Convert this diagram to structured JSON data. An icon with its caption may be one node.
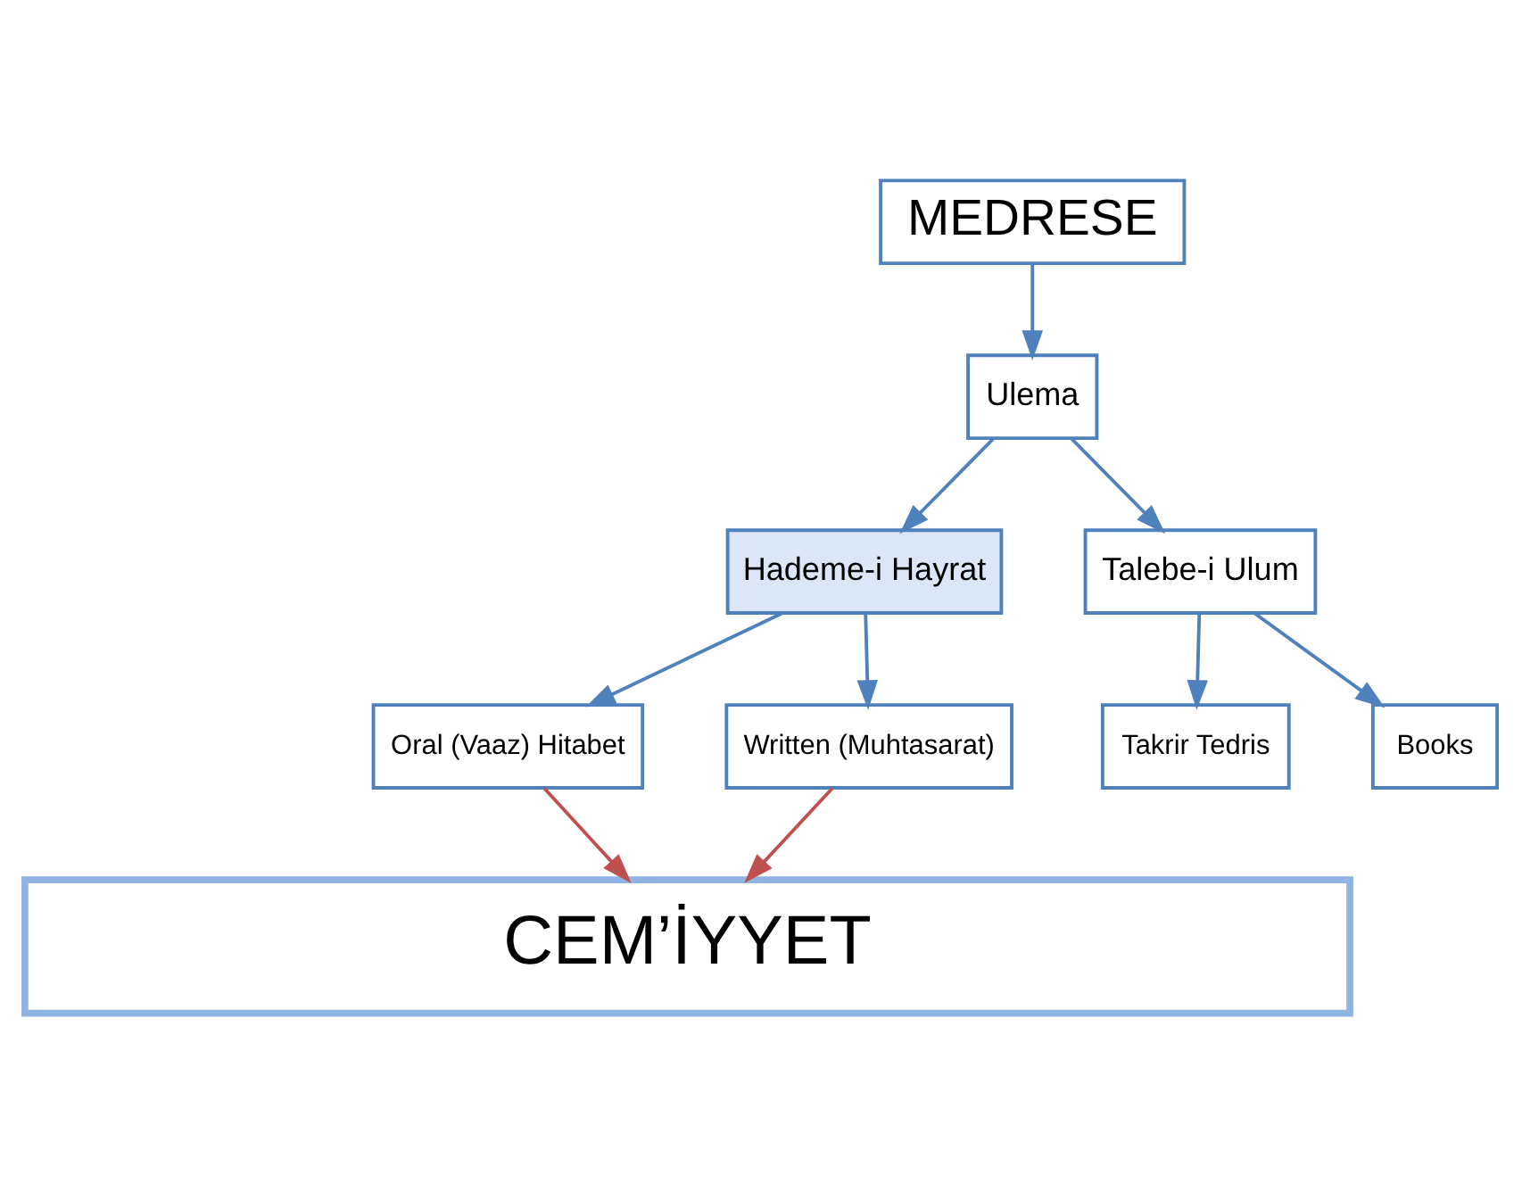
{
  "diagram": {
    "nodes": [
      {
        "text": [
          "MEDRESE"
        ]
      },
      {
        "text": [
          "Ulema"
        ]
      },
      {
        "text": [
          "Hademe-i Hayrat"
        ]
      },
      {
        "text": [
          "Talebe-i Ulum"
        ]
      },
      {
        "text": [
          "Takrir Tedris"
        ]
      },
      {
        "text": [
          "Books"
        ]
      },
      {
        "text": [
          "Oral (Vaaz) Hitabet"
        ]
      },
      {
        "text": [
          "Written (Muhtasarat)"
        ]
      },
      {
        "text": [
          "CEM’İYYET"
        ]
      }
    ],
    "edges": [
      {
        "from": 0,
        "to": 1,
        "arrow": "to"
      },
      {
        "from": 1,
        "to": 3,
        "arrow": "to"
      },
      {
        "from": 1,
        "to": 2,
        "arrow": "to"
      },
      {
        "from": 3,
        "to": 4,
        "arrow": "to"
      },
      {
        "from": 3,
        "to": 5,
        "arrow": "to"
      },
      {
        "from": 2,
        "to": 6,
        "arrow": "to"
      },
      {
        "from": 2,
        "to": 7,
        "arrow": "to"
      },
      {
        "from": 6,
        "to": 8,
        "arrow": "to",
        "color": "#c0504d"
      },
      {
        "from": 7,
        "to": 8,
        "arrow": "to",
        "color": "#c0504d"
      }
    ]
  }
}
